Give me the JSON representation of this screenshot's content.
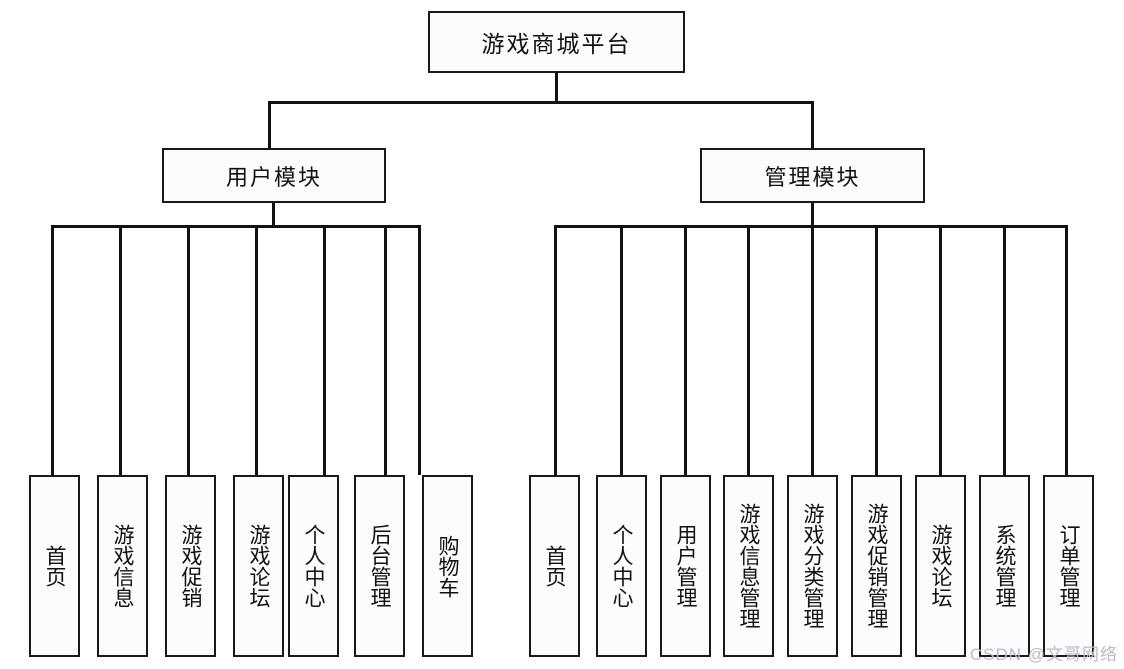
{
  "diagram": {
    "title": "游戏商城平台",
    "root": {
      "label": "游戏商城平台"
    },
    "modules": [
      {
        "label": "用户模块"
      },
      {
        "label": "管理模块"
      }
    ],
    "user_module_leaves": [
      {
        "label": "首页"
      },
      {
        "label": "游戏信息"
      },
      {
        "label": "游戏促销"
      },
      {
        "label": "游戏论坛"
      },
      {
        "label": "个人中心"
      },
      {
        "label": "后台管理"
      },
      {
        "label": "购物车"
      }
    ],
    "admin_module_leaves": [
      {
        "label": "首页"
      },
      {
        "label": "个人中心"
      },
      {
        "label": "用户管理"
      },
      {
        "label": "游戏信息管理"
      },
      {
        "label": "游戏分类管理"
      },
      {
        "label": "游戏促销管理"
      },
      {
        "label": "游戏论坛"
      },
      {
        "label": "系统管理"
      },
      {
        "label": "订单管理"
      }
    ]
  },
  "watermark": {
    "text": "CSDN @文哥网络"
  },
  "colors": {
    "line": "#111111",
    "box_fill": "#fbfcfe",
    "box_border": "#1a1a1a",
    "text": "#111111",
    "watermark": "#b9bcc4",
    "background": "#ffffff"
  }
}
